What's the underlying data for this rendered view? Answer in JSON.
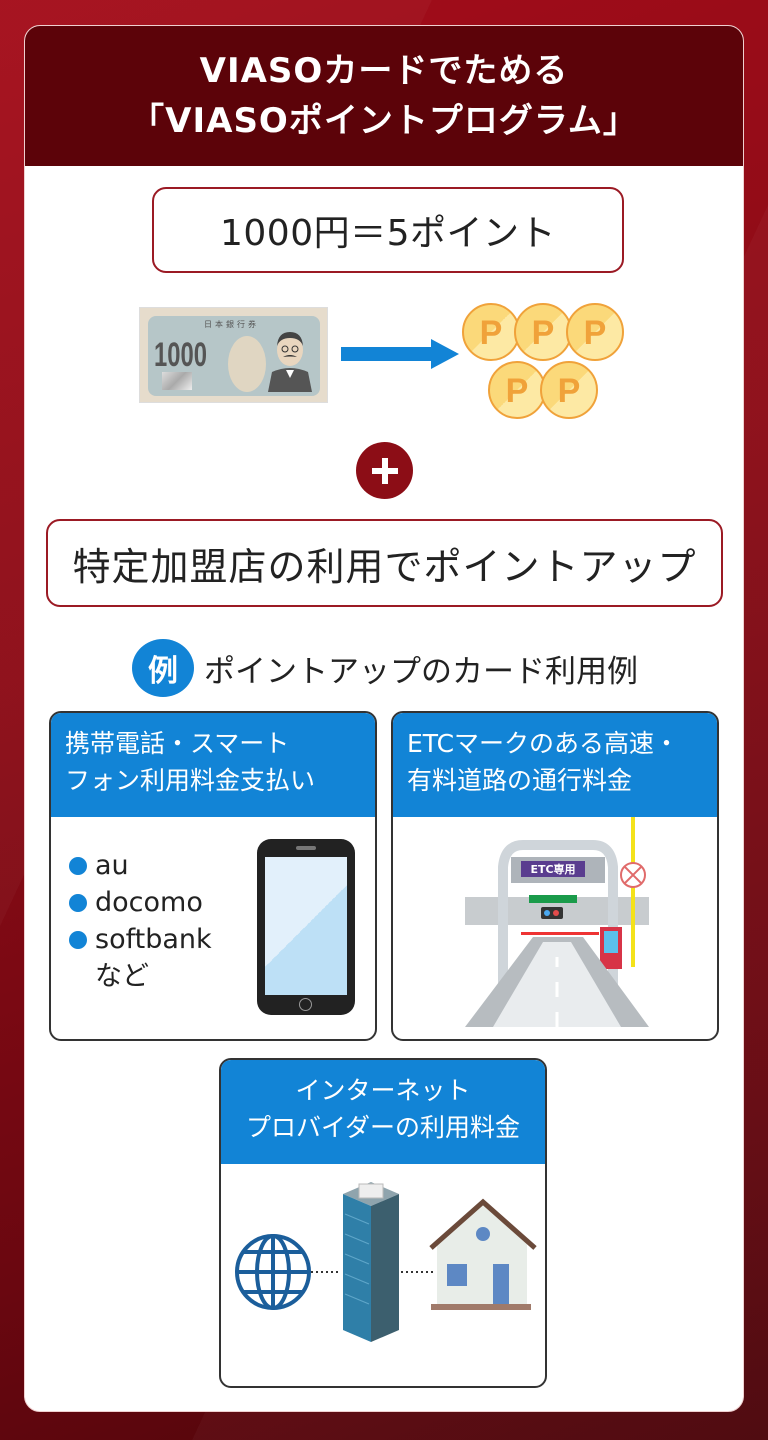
{
  "header": {
    "line1": "VIASOカードでためる",
    "line2": "「VIASOポイントプログラム」"
  },
  "rate": {
    "text": "1000円＝5ポイント"
  },
  "banknote": {
    "issuer": "日本銀行券",
    "value": "1000"
  },
  "coins": {
    "label": "P",
    "count": 5
  },
  "plus_icon": "plus-icon",
  "merchant": {
    "text": "特定加盟店の利用でポイントアップ"
  },
  "examples": {
    "badge": "例",
    "heading": "ポイントアップのカード利用例"
  },
  "panels": [
    {
      "title_line1": "携帯電話・スマート",
      "title_line2": "フォン利用料金支払い",
      "items": [
        "au",
        "docomo",
        "softbank"
      ],
      "suffix": "など",
      "illustration": "smartphone-icon"
    },
    {
      "title_line1": "ETCマークのある高速・",
      "title_line2": "有料道路の通行料金",
      "sign": "ETC専用",
      "illustration": "toll-gate-icon"
    },
    {
      "title_line1": "インターネット",
      "title_line2": "プロバイダーの利用料金",
      "illustration": "globe-building-house-icon"
    }
  ],
  "colors": {
    "background_red": "#8c0b16",
    "header_maroon": "#5c0309",
    "accent_blue": "#1284d6",
    "border_red": "#9b1a24",
    "coin_gold": "#f6c452"
  }
}
